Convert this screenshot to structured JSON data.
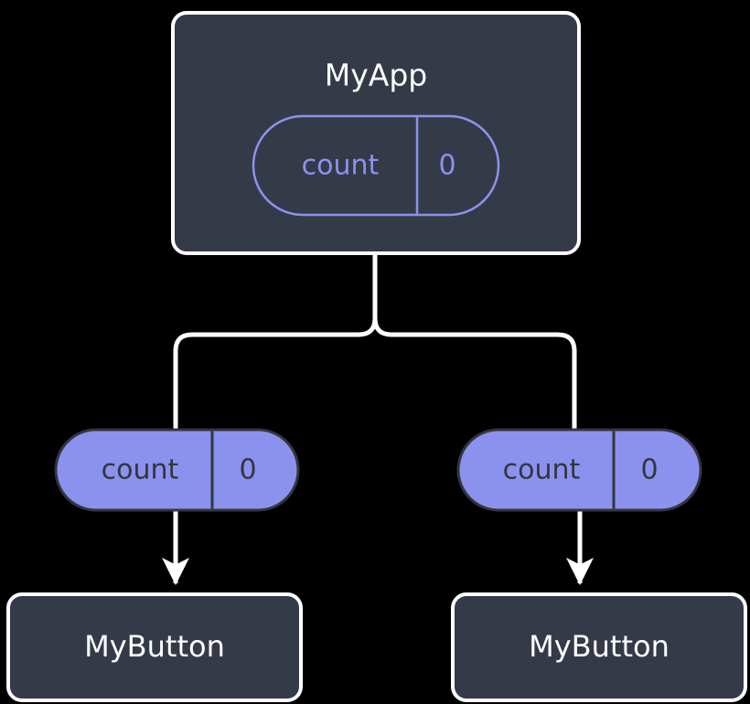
{
  "diagram": {
    "type": "component-tree",
    "background_color": "#000000",
    "colors": {
      "card_fill": "#343a48",
      "card_border": "#ffffff",
      "pill_fill": "#8b92ee",
      "pill_outline_border": "#8b92ee",
      "pill_filled_border": "#32363f",
      "pill_filled_text": "#32363f",
      "pill_outline_text": "#8b92ee",
      "node_text": "#ffffff",
      "connector": "#ffffff"
    },
    "root": {
      "label": "MyApp",
      "state": {
        "key": "count",
        "value": "0",
        "style": "outlined"
      }
    },
    "branches": [
      {
        "prop": {
          "key": "count",
          "value": "0",
          "style": "filled"
        },
        "child": {
          "label": "MyButton"
        }
      },
      {
        "prop": {
          "key": "count",
          "value": "0",
          "style": "filled"
        },
        "child": {
          "label": "MyButton"
        }
      }
    ]
  }
}
